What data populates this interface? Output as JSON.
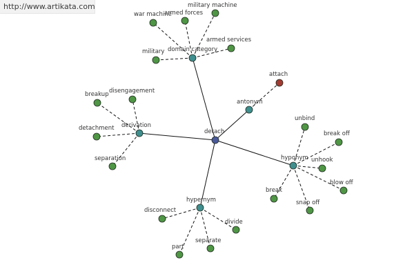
{
  "watermark": "http://www.artikata.com",
  "colors": {
    "center": "#4a5a9a",
    "category": "#3f8f8f",
    "antonym_term": "#a33b32",
    "term": "#4f9645"
  },
  "center": {
    "label": "detach"
  },
  "groups": [
    {
      "id": "domain-category",
      "label": "domain category",
      "terms": [
        "war machine",
        "armed forces",
        "military machine",
        "armed services",
        "military"
      ]
    },
    {
      "id": "derivation",
      "label": "derivation",
      "terms": [
        "breakup",
        "disengagement",
        "detachment",
        "separation"
      ]
    },
    {
      "id": "antonym",
      "label": "antonym",
      "terms": [
        "attach"
      ]
    },
    {
      "id": "hyponym",
      "label": "hyponym",
      "terms": [
        "unbind",
        "break off",
        "unhook",
        "blow off",
        "snap off",
        "break"
      ]
    },
    {
      "id": "hypernym",
      "label": "hypernym",
      "terms": [
        "disconnect",
        "divide",
        "separate",
        "part"
      ]
    }
  ]
}
